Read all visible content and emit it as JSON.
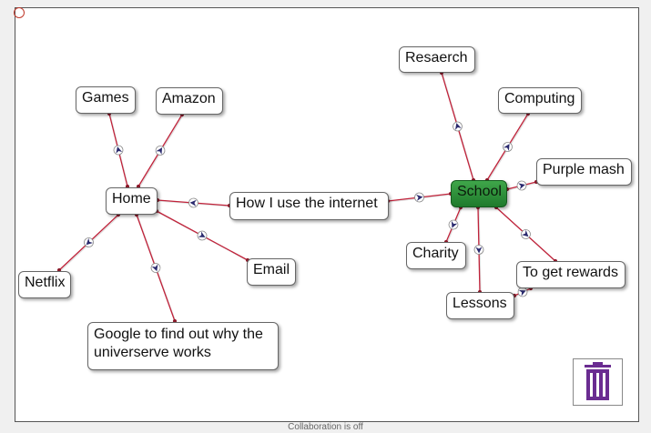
{
  "nodes": {
    "resaerch": "Resaerch",
    "computing": "Computing",
    "purple_mash": "Purple mash",
    "school": "School",
    "charity": "Charity",
    "to_get_rewards": "To get rewards",
    "lessons": "Lessons",
    "how_i_use": "How I use the internet",
    "home": "Home",
    "games": "Games",
    "amazon": "Amazon",
    "netflix": "Netflix",
    "email": "Email",
    "google": "Google to find out why the universerve works"
  },
  "icons": {
    "trash": "trash-icon",
    "corner": "circle-icon"
  },
  "colors": {
    "link": "#c0223a",
    "root_fill": "#2e8b3a",
    "trash": "#6a2c91"
  },
  "footer": "Collaboration is off"
}
